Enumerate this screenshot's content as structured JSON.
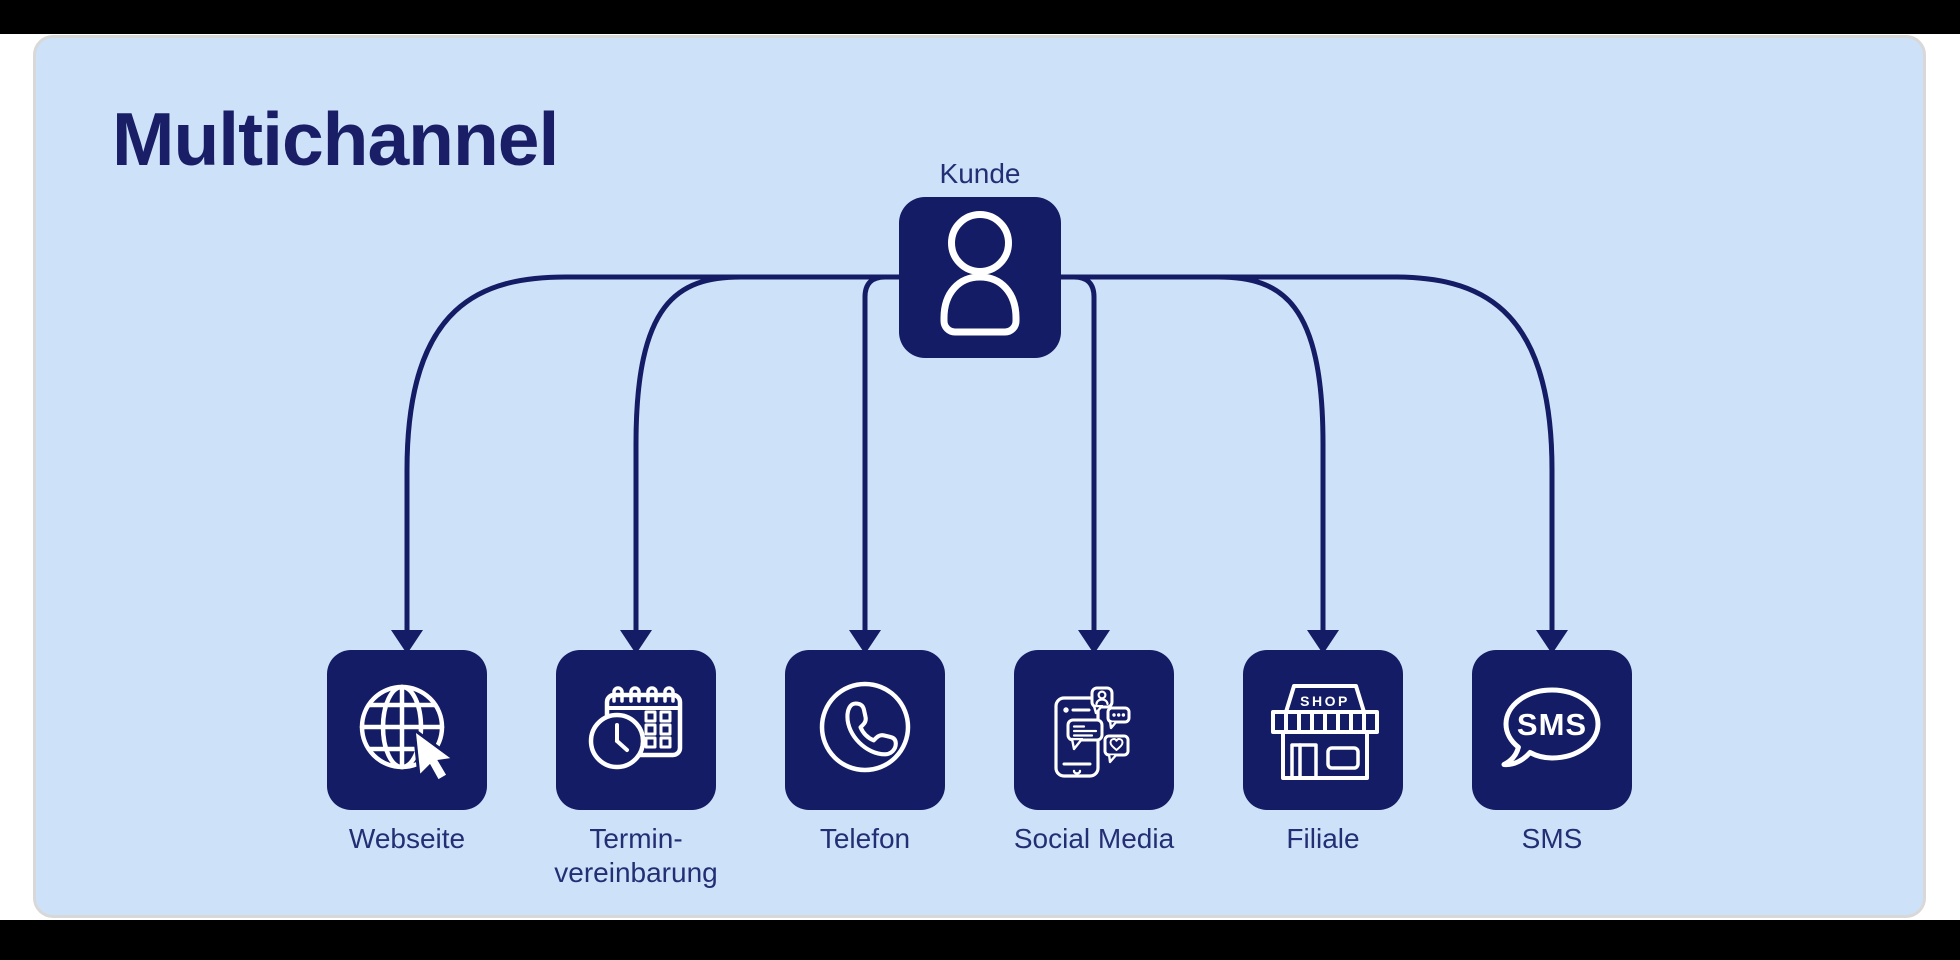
{
  "title": "Multichannel",
  "colors": {
    "panel_background": "#cde2f8",
    "panel_border": "#d8d8d8",
    "navy": "#131c64",
    "title_color": "#191e66",
    "label_color": "#232e74",
    "icon_color": "#ffffff",
    "letterbox": "#000000"
  },
  "center_node": {
    "label": "Kunde",
    "icon": "person-icon"
  },
  "channels": [
    {
      "label": "Webseite",
      "icon": "globe-cursor-icon"
    },
    {
      "label": "Termin-\nvereinbarung",
      "icon": "calendar-clock-icon"
    },
    {
      "label": "Telefon",
      "icon": "phone-icon"
    },
    {
      "label": "Social Media",
      "icon": "social-chat-icon"
    },
    {
      "label": "Filiale",
      "icon": "shop-icon",
      "icon_text": "SHOP"
    },
    {
      "label": "SMS",
      "icon": "sms-bubble-icon",
      "icon_text": "SMS"
    }
  ]
}
